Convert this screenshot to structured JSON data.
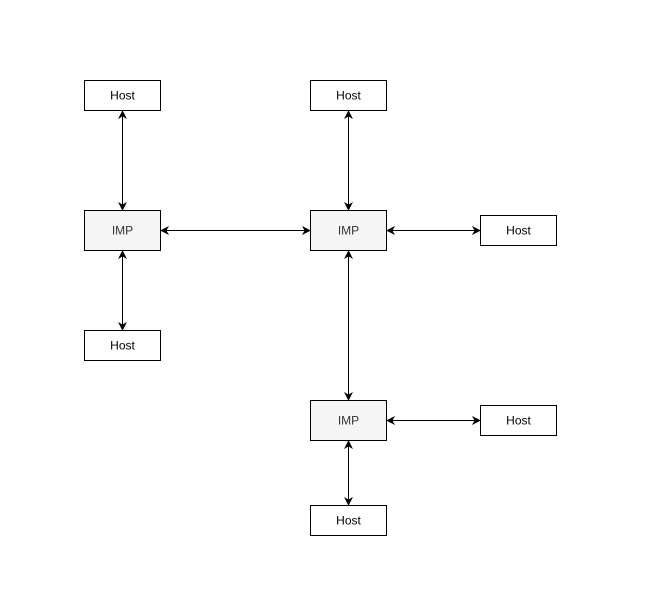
{
  "diagram": {
    "colors": {
      "background": "#ffffff",
      "stroke": "#000000",
      "imp_fill": "#f5f5f5",
      "host_fill": "#ffffff",
      "imp_text": "#333333",
      "host_text": "#000000"
    },
    "nodes": {
      "imp_left": {
        "label": "IMP",
        "kind": "imp"
      },
      "imp_center": {
        "label": "IMP",
        "kind": "imp"
      },
      "imp_bottom": {
        "label": "IMP",
        "kind": "imp"
      },
      "host_top_left": {
        "label": "Host",
        "kind": "host"
      },
      "host_bottom_left": {
        "label": "Host",
        "kind": "host"
      },
      "host_top_center": {
        "label": "Host",
        "kind": "host"
      },
      "host_right_center": {
        "label": "Host",
        "kind": "host"
      },
      "host_right_bottom": {
        "label": "Host",
        "kind": "host"
      },
      "host_bottom_bottom": {
        "label": "Host",
        "kind": "host"
      }
    },
    "edges": [
      {
        "from": "host_top_left",
        "to": "imp_left",
        "bidirectional": true
      },
      {
        "from": "imp_left",
        "to": "host_bottom_left",
        "bidirectional": true
      },
      {
        "from": "imp_left",
        "to": "imp_center",
        "bidirectional": true
      },
      {
        "from": "host_top_center",
        "to": "imp_center",
        "bidirectional": true
      },
      {
        "from": "imp_center",
        "to": "host_right_center",
        "bidirectional": true
      },
      {
        "from": "imp_center",
        "to": "imp_bottom",
        "bidirectional": true
      },
      {
        "from": "imp_bottom",
        "to": "host_right_bottom",
        "bidirectional": true
      },
      {
        "from": "imp_bottom",
        "to": "host_bottom_bottom",
        "bidirectional": true
      }
    ]
  }
}
